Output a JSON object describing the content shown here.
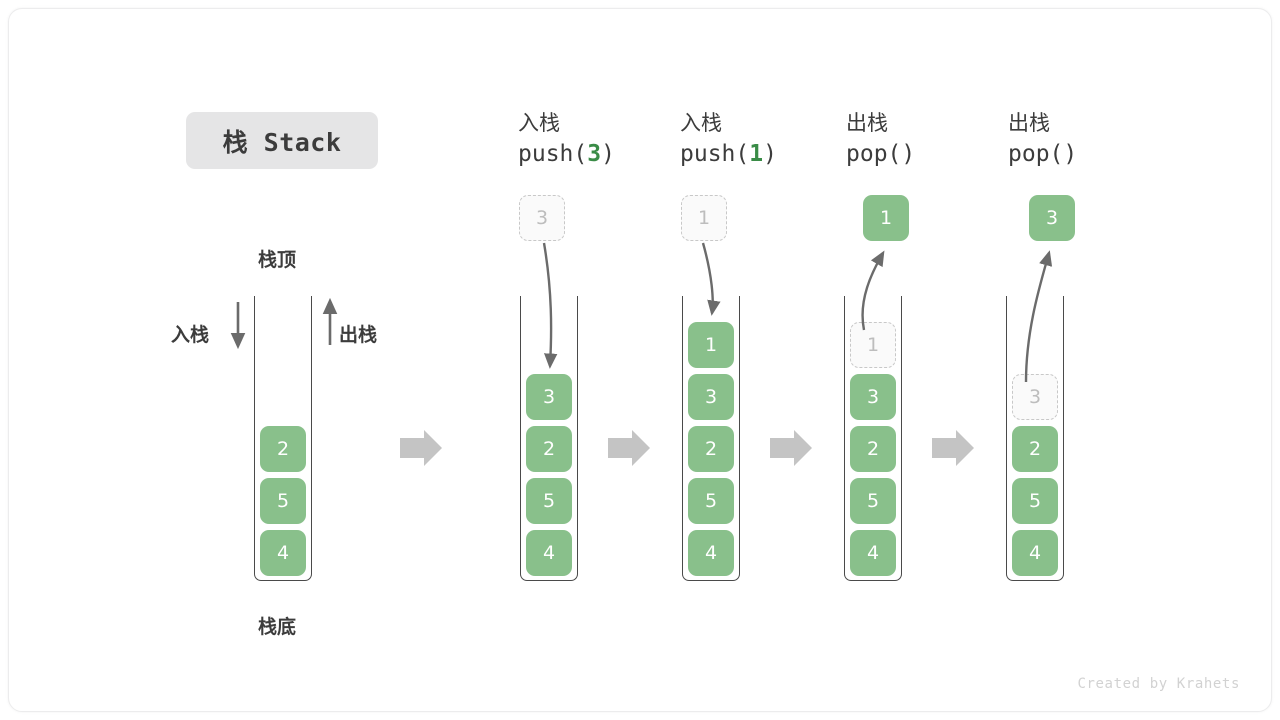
{
  "title_badge": "栈 Stack",
  "labels": {
    "top": "栈顶",
    "bottom": "栈底",
    "push_side": "入栈",
    "pop_side": "出栈"
  },
  "footer": "Created by Krahets",
  "colors": {
    "block_green": "#89c08b",
    "accent_green": "#3a8c47",
    "ghost_border": "#c8c8c8",
    "ghost_fill": "#fafafa",
    "tube_stroke": "#4a4a4a",
    "arrow_gray": "#c4c4c4",
    "badge_bg": "#e5e5e6",
    "text_dark": "#3c3c3c",
    "footer_gray": "#d2d2d2"
  },
  "columns": [
    {
      "id": "initial",
      "header_line1": "",
      "header_line2": "",
      "stack": [
        "4",
        "5",
        "2"
      ],
      "float_above": null,
      "curve": null
    },
    {
      "id": "push-3",
      "header_line1": "入栈",
      "header_line2_prefix": "push(",
      "header_line2_arg": "3",
      "header_line2_suffix": ")",
      "stack": [
        "4",
        "5",
        "2",
        "3"
      ],
      "float_above": {
        "value": "3",
        "style": "ghost"
      },
      "curve": "down"
    },
    {
      "id": "push-1",
      "header_line1": "入栈",
      "header_line2_prefix": "push(",
      "header_line2_arg": "1",
      "header_line2_suffix": ")",
      "stack": [
        "4",
        "5",
        "2",
        "3",
        "1"
      ],
      "float_above": {
        "value": "1",
        "style": "ghost"
      },
      "curve": "down"
    },
    {
      "id": "pop-1",
      "header_line1": "出栈",
      "header_line2_prefix": "pop(",
      "header_line2_arg": "",
      "header_line2_suffix": ")",
      "stack": [
        "4",
        "5",
        "2",
        "3"
      ],
      "ghost_top": "1",
      "float_above": {
        "value": "1",
        "style": "solid"
      },
      "curve": "up"
    },
    {
      "id": "pop-3",
      "header_line1": "出栈",
      "header_line2_prefix": "pop(",
      "header_line2_arg": "",
      "header_line2_suffix": ")",
      "stack": [
        "4",
        "5",
        "2"
      ],
      "ghost_top": "3",
      "float_above": {
        "value": "3",
        "style": "solid"
      },
      "curve": "up"
    }
  ]
}
